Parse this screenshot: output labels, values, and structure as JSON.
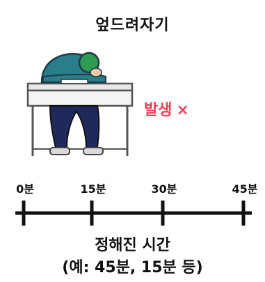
{
  "title": "엎드려자기",
  "status": {
    "text": "발생",
    "mark": "×",
    "color": "#ee3f57"
  },
  "timeline": {
    "ticks": [
      "0분",
      "15분",
      "30분",
      "45분"
    ]
  },
  "caption": {
    "line1": "정해진 시간",
    "line2": "(예: 45분, 15분 등)"
  },
  "icons": [
    "desk-sleeping-student-icon"
  ]
}
